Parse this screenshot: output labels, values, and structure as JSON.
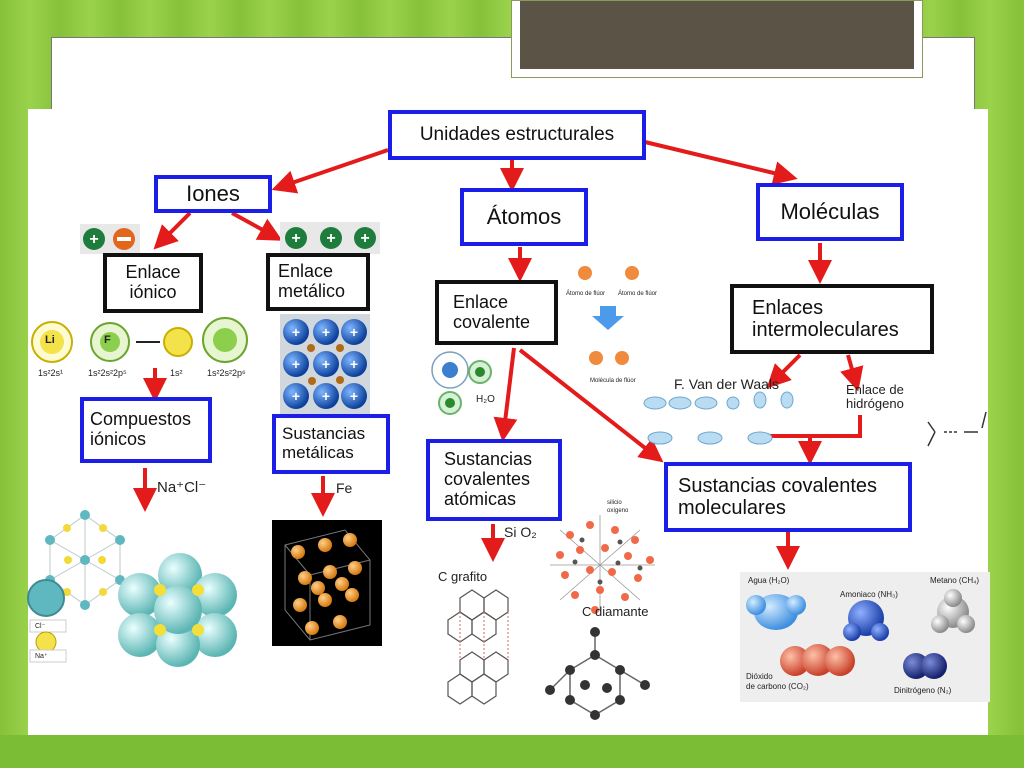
{
  "title": "Unidades estructurales",
  "categories": {
    "iones": "Iones",
    "atomos": "Átomos",
    "moleculas": "Moléculas"
  },
  "bonds": {
    "ionico": [
      "Enlace",
      "iónico"
    ],
    "metalico": [
      "Enlace",
      "metálico"
    ],
    "covalente": [
      "Enlace",
      "covalente"
    ],
    "intermoleculares": [
      "Enlaces",
      "intermoleculares"
    ]
  },
  "substances": {
    "ionicos": [
      "Compuestos",
      "iónicos"
    ],
    "metalicas": [
      "Sustancias",
      "metálicas"
    ],
    "atomicas": [
      "Sustancias",
      "covalentes",
      "atómicas"
    ],
    "moleculares": [
      "Sustancias covalentes",
      "moleculares"
    ]
  },
  "labels": {
    "nacl": "Na⁺Cl⁻",
    "fe": "Fe",
    "sio2": "Si O₂",
    "grafito": "C grafito",
    "diamante": "C diamante",
    "vanderwaals": "F. Van der Waals",
    "hidrogeno": [
      "Enlace de",
      "hidrógeno"
    ],
    "h2o_small": "H₂O",
    "li": "Li",
    "f": "F",
    "conf_li": "1s²2s¹",
    "conf_f": "1s²2s²2p⁵",
    "conf_li_ion": "1s²",
    "conf_f_ion": "1s²2s²2p⁶",
    "cl_minus": "Cl⁻",
    "na_plus": "Na⁺",
    "silicio": "silicio",
    "oxigeno": "oxígeno",
    "atomo_fluor": "Átomo de flúor",
    "molecula_fluor": "Molécula de flúor"
  },
  "molecules": {
    "agua": "Agua (H₂O)",
    "amoniaco": "Amoniaco (NH₃)",
    "metano": "Metano (CH₄)",
    "dioxido": [
      "Dióxido",
      "de carbono (CO₂)"
    ],
    "dinitrogeno": "Dinitrógeno (N₂)"
  },
  "colors": {
    "box_blue": "#1a1ee6",
    "arrow_red": "#e31b1b"
  }
}
